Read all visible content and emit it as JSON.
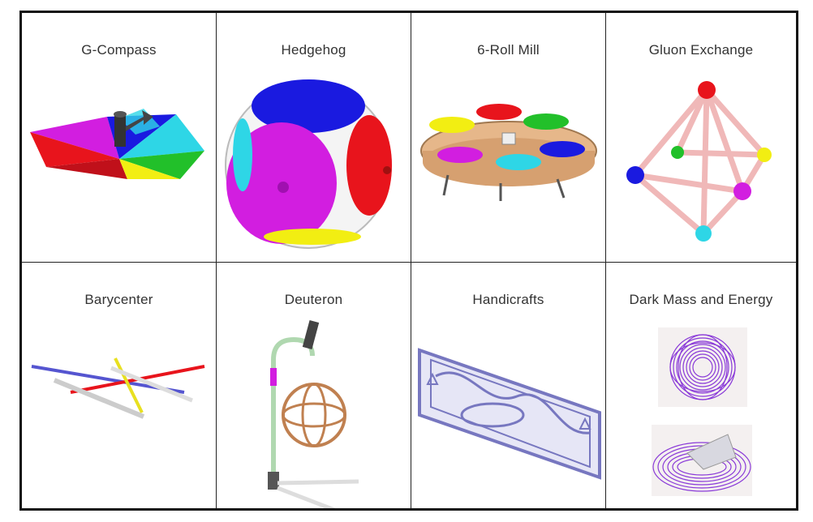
{
  "cells": [
    {
      "title": "G-Compass"
    },
    {
      "title": "Hedgehog"
    },
    {
      "title": "6-Roll Mill"
    },
    {
      "title": "Gluon Exchange"
    },
    {
      "title": "Barycenter"
    },
    {
      "title": "Deuteron"
    },
    {
      "title": "Handicrafts"
    },
    {
      "title": "Dark Mass and Energy"
    }
  ],
  "colors": {
    "border": "#111111",
    "red": "#e8141c",
    "blue": "#1a1ae0",
    "magenta": "#d21ee0",
    "cyan": "#2ed6e6",
    "green": "#22c02a",
    "yellow": "#f2ee12",
    "purple": "#8a3ad8",
    "tan": "#e6b78a"
  }
}
